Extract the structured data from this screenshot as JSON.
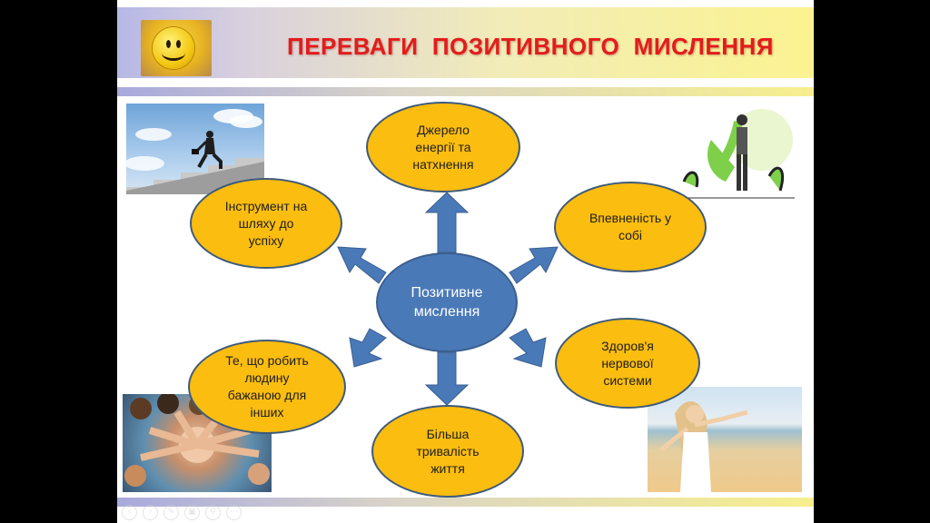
{
  "slide": {
    "title": "ПЕРЕВАГИ  ПОЗИТИВНОГО  МИСЛЕННЯ"
  },
  "diagram": {
    "center": "Позитивне\nмислення",
    "nodes": {
      "top": "Джерело\nенергії та\nнатхнення",
      "upper_right": "Впевненість у\nсобі",
      "lower_right": "Здоров'я\nнервової\nсистеми",
      "bottom": "Більша\nтривалість\nжиття",
      "lower_left": "Те, що робить\nлюдину\nбажаною для\nінших",
      "upper_left": "Інструмент на\nшляху до\nуспіху"
    }
  },
  "colors": {
    "title_red": "#e21c1c",
    "node_fill": "#fbbd0f",
    "center_fill": "#4a79b8",
    "arrow_fill": "#4a79b8"
  },
  "icons": {
    "logo": "smiley-face-icon",
    "toolbar": [
      "prev-icon",
      "next-icon",
      "pen-icon",
      "slides-icon",
      "zoom-icon",
      "more-icon"
    ]
  }
}
